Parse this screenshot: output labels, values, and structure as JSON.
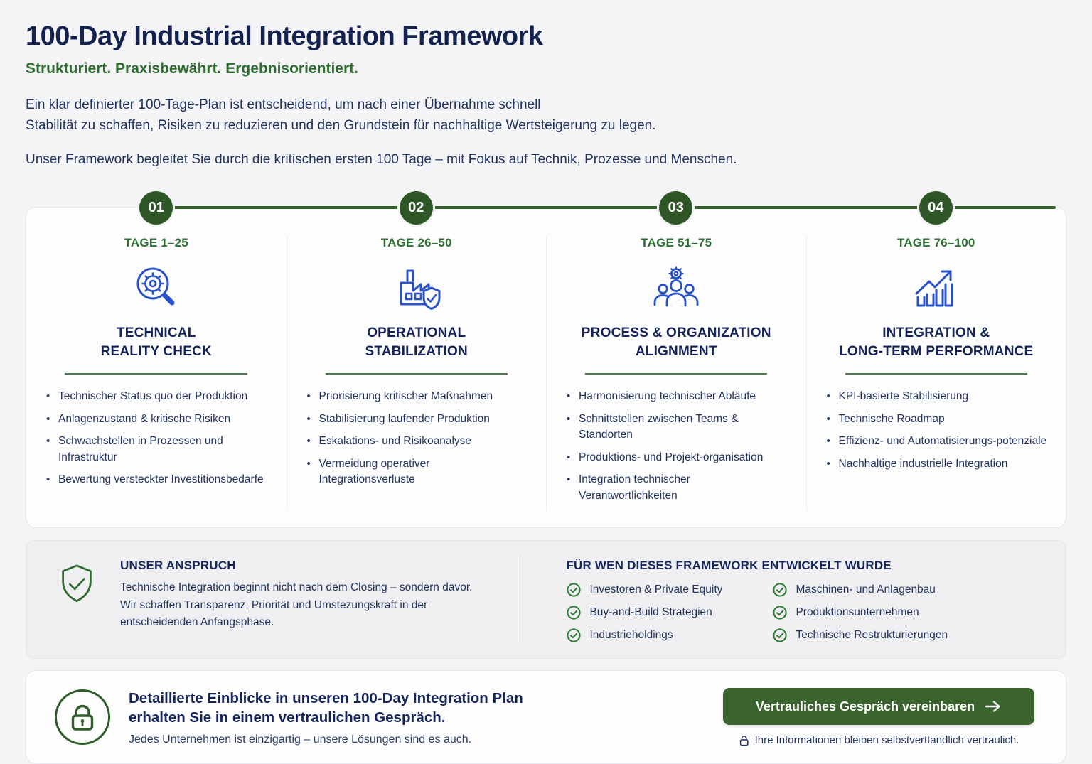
{
  "colors": {
    "accent_green_text": "#2d6b2f",
    "dark_green": "#2f5626",
    "button_green": "#3a632d",
    "navy_heading": "#14245a",
    "navy_body": "#22345e",
    "icon_blue": "#2a52c8",
    "page_background": "#f4f4f6"
  },
  "header": {
    "title": "100-Day Industrial Integration Framework",
    "subtitle": "Strukturiert. Praxisbewährt. Ergebnisorientiert.",
    "intro1_line1": "Ein klar definierter 100-Tage-Plan ist entscheidend, um nach einer Übernahme schnell",
    "intro1_line2": "Stabilität zu schaffen, Risiken zu reduzieren und den Grundstein für nachhaltige Wertsteigerung zu legen.",
    "intro2": "Unser Framework begleitet Sie durch die kritischen ersten 100 Tage – mit Fokus auf Technik, Prozesse und Menschen."
  },
  "phases": [
    {
      "number": "01",
      "range": "TAGE 1–25",
      "icon": "magnifier-gear-icon",
      "title_line1": "TECHNICAL",
      "title_line2": "REALITY CHECK",
      "bullets": [
        "Technischer Status quo der Produktion",
        "Anlagenzustand & kritische Risiken",
        "Schwachstellen in Prozessen und Infrastruktur",
        "Bewertung versteckter Investitionsbedarfe"
      ]
    },
    {
      "number": "02",
      "range": "TAGE 26–50",
      "icon": "factory-shield-icon",
      "title_line1": "OPERATIONAL",
      "title_line2": "STABILIZATION",
      "bullets": [
        "Priorisierung kritischer Maßnahmen",
        "Stabilisierung laufender Produktion",
        "Eskalations- und Risikoanalyse",
        "Vermeidung operativer Integrationsverluste"
      ]
    },
    {
      "number": "03",
      "range": "TAGE 51–75",
      "icon": "team-gear-icon",
      "title_line1": "PROCESS & ORGANIZATION",
      "title_line2": "ALIGNMENT",
      "bullets": [
        "Harmonisierung technischer Abläufe",
        "Schnittstellen zwischen Teams & Standorten",
        "Produktions- und Projekt-organisation",
        "Integration technischer Verantwortlichkeiten"
      ]
    },
    {
      "number": "04",
      "range": "TAGE 76–100",
      "icon": "growth-chart-icon",
      "title_line1": "INTEGRATION &",
      "title_line2": "LONG-TERM PERFORMANCE",
      "bullets": [
        "KPI-basierte Stabilisierung",
        "Technische Roadmap",
        "Effizienz- und Automatisierungs-potenziale",
        "Nachhaltige industrielle Integration"
      ]
    }
  ],
  "claim": {
    "icon": "shield-check-icon",
    "heading": "UNSER ANSPRUCH",
    "line1": "Technische Integration beginnt nicht nach dem Closing – sondern davor.",
    "line2": "Wir schaffen Transparenz, Priorität und Umstezungskraft in der",
    "line3": "entscheidenden Anfangsphase."
  },
  "audience": {
    "heading": "FÜR WEN DIESES FRAMEWORK ENTWICKELT WURDE",
    "check_icon": "check-circle-icon",
    "column1": [
      "Investoren & Private Equity",
      "Buy-and-Build Strategien",
      "Industrieholdings"
    ],
    "column2": [
      "Maschinen- und Anlagenbau",
      "Produktionsunternehmen",
      "Technische Restrukturierungen"
    ]
  },
  "cta": {
    "icon": "lock-icon",
    "heading_line1": "Detaillierte Einblicke in unseren 100-Day Integration Plan",
    "heading_line2": "erhalten Sie in einem vertraulichen Gespräch.",
    "subtext": "Jedes Unternehmen ist einzigartig – unsere Lösungen sind es auch.",
    "button_label": "Vertrauliches Gespräch vereinbaren",
    "button_icon": "arrow-right-icon",
    "privacy_icon": "lock-icon-small",
    "privacy_note": "Ihre Informationen bleiben selbstverttandlich vertraulich."
  }
}
